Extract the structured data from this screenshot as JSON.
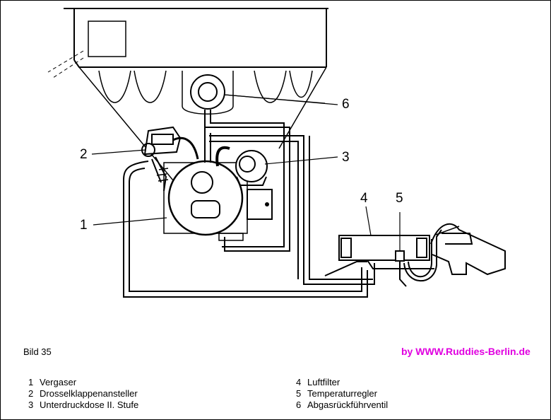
{
  "figure_label": "Bild 35",
  "credit": "by  WWW.Ruddies-Berlin.de",
  "callouts": [
    "1",
    "2",
    "3",
    "4",
    "5",
    "6"
  ],
  "legend_left": [
    {
      "num": "1",
      "text": "Vergaser"
    },
    {
      "num": "2",
      "text": "Drosselklappenansteller"
    },
    {
      "num": "3",
      "text": "Unterdruckdose II. Stufe"
    }
  ],
  "legend_right": [
    {
      "num": "4",
      "text": "Luftfilter"
    },
    {
      "num": "5",
      "text": "Temperaturregler"
    },
    {
      "num": "6",
      "text": "Abgasrückführventil"
    }
  ],
  "colors": {
    "line": "#000000",
    "credit": "#e000e0",
    "frame": "#000000"
  }
}
